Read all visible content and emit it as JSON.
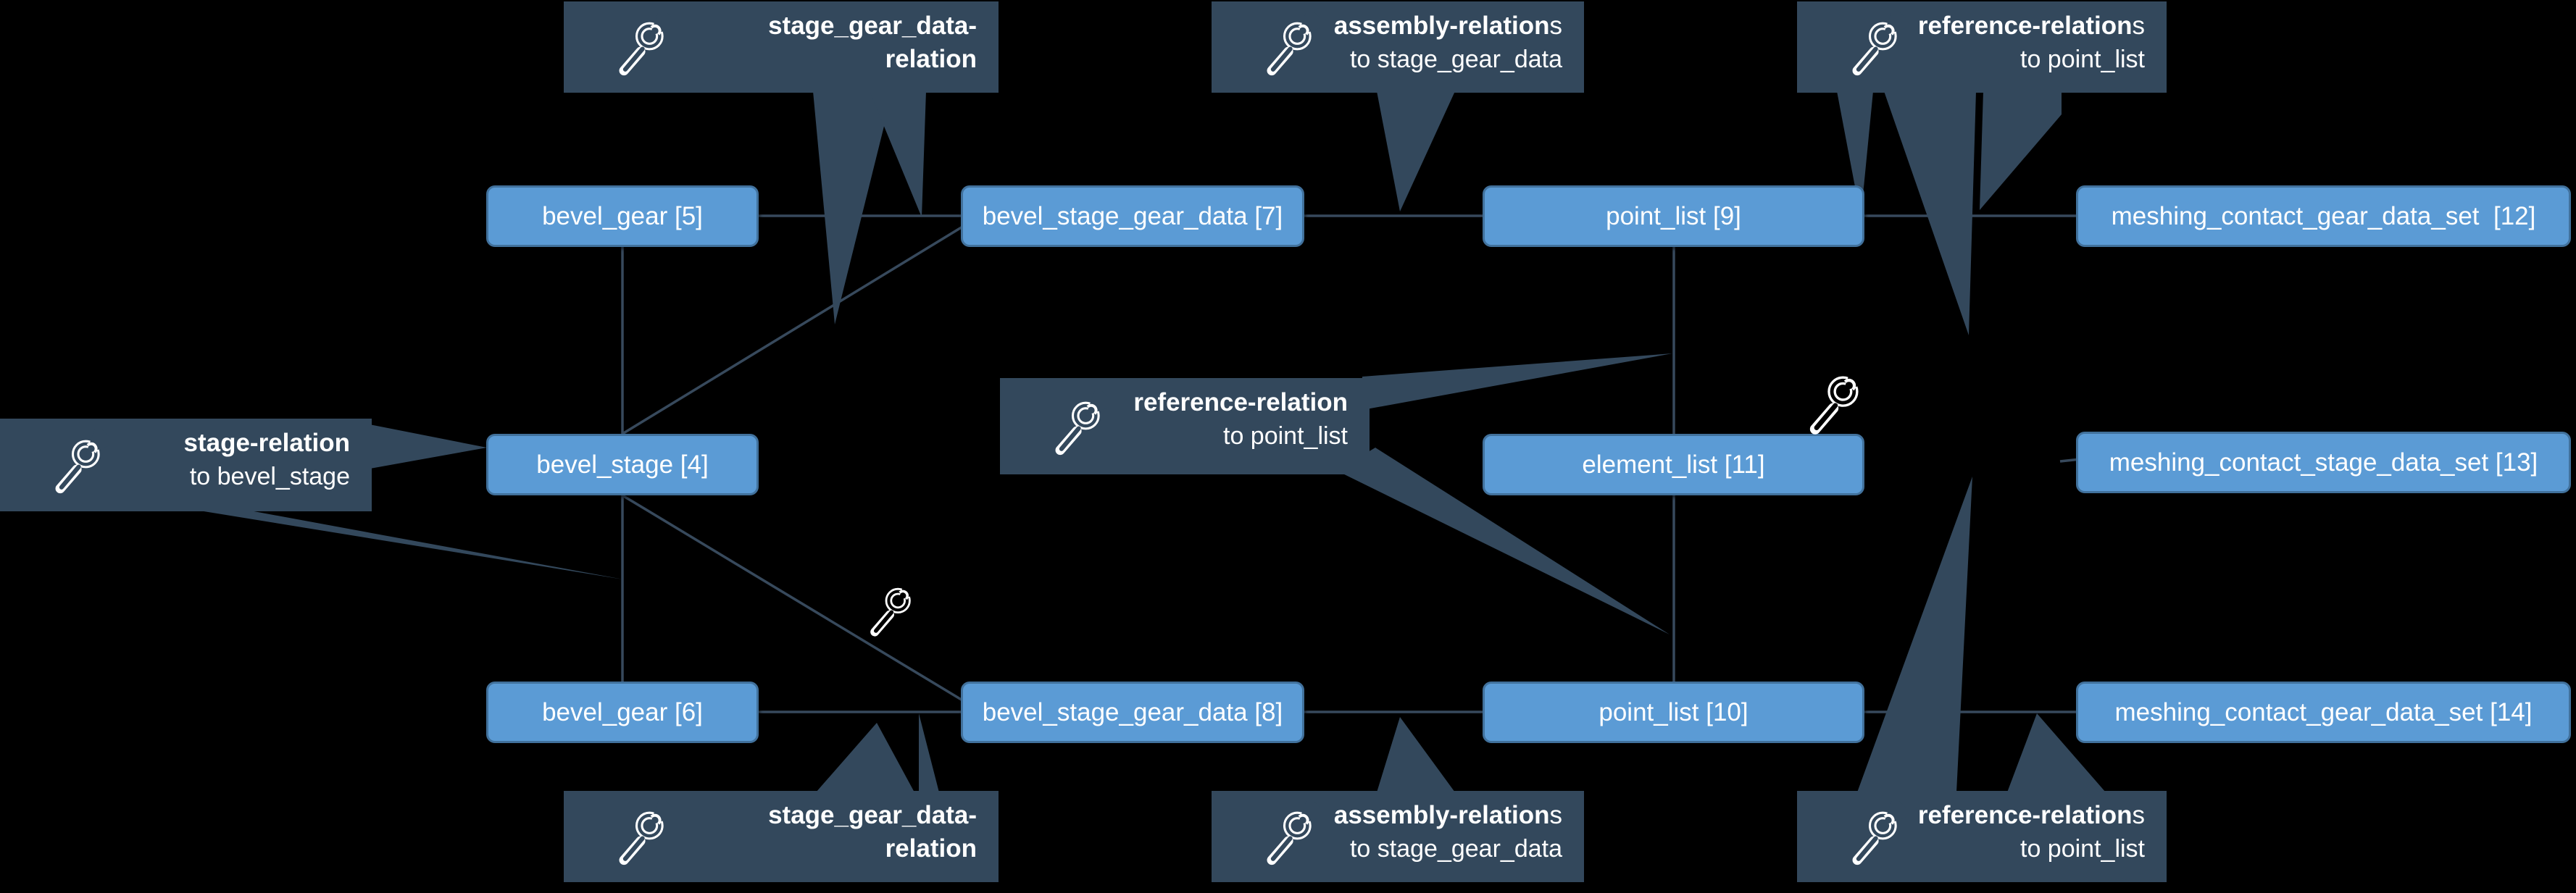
{
  "diagram": {
    "background": "#000000",
    "colors": {
      "node_fill": "#5b9bd5",
      "node_border": "#41719c",
      "callout_bg": "#33485c",
      "connector": "#37495c",
      "text": "#ffffff"
    },
    "nodes": {
      "bevel_gear_5": {
        "label": "bevel_gear [5]"
      },
      "bevel_stage_gear_data_7": {
        "label": "bevel_stage_gear_data [7]"
      },
      "point_list_9": {
        "label": "point_list [9]"
      },
      "meshing_contact_gear_data_set_12": {
        "label": "meshing_contact_gear_data_set  [12]"
      },
      "bevel_stage_4": {
        "label": "bevel_stage [4]"
      },
      "element_list_11": {
        "label": "element_list [11]"
      },
      "meshing_contact_stage_data_set_13": {
        "label": "meshing_contact_stage_data_set [13]"
      },
      "bevel_gear_6": {
        "label": "bevel_gear [6]"
      },
      "bevel_stage_gear_data_8": {
        "label": "bevel_stage_gear_data [8]"
      },
      "point_list_10": {
        "label": "point_list [10]"
      },
      "meshing_contact_gear_data_set_14": {
        "label": "meshing_contact_gear_data_set [14]"
      }
    },
    "callouts": {
      "stage_gear_data_relation_top": {
        "title": "stage_gear_data-relation",
        "suffix": "",
        "subtitle": ""
      },
      "assembly_relations_top": {
        "title": "assembly-relation",
        "suffix": "s",
        "subtitle": "to stage_gear_data"
      },
      "reference_relations_top": {
        "title": "reference-relation",
        "suffix": "s",
        "subtitle": "to point_list"
      },
      "stage_relation_left": {
        "title": "stage-relation",
        "suffix": "",
        "subtitle": "to bevel_stage"
      },
      "reference_relation_mid": {
        "title": "reference-relation",
        "suffix": "",
        "subtitle": "to point_list"
      },
      "stage_gear_data_relation_bottom": {
        "title": "stage_gear_data-relation",
        "suffix": "",
        "subtitle": ""
      },
      "assembly_relations_bottom": {
        "title": "assembly-relation",
        "suffix": "s",
        "subtitle": "to stage_gear_data"
      },
      "reference_relations_bottom": {
        "title": "reference-relation",
        "suffix": "s",
        "subtitle": "to point_list"
      }
    },
    "icons": {
      "callout_icon": "wrench-icon"
    }
  }
}
